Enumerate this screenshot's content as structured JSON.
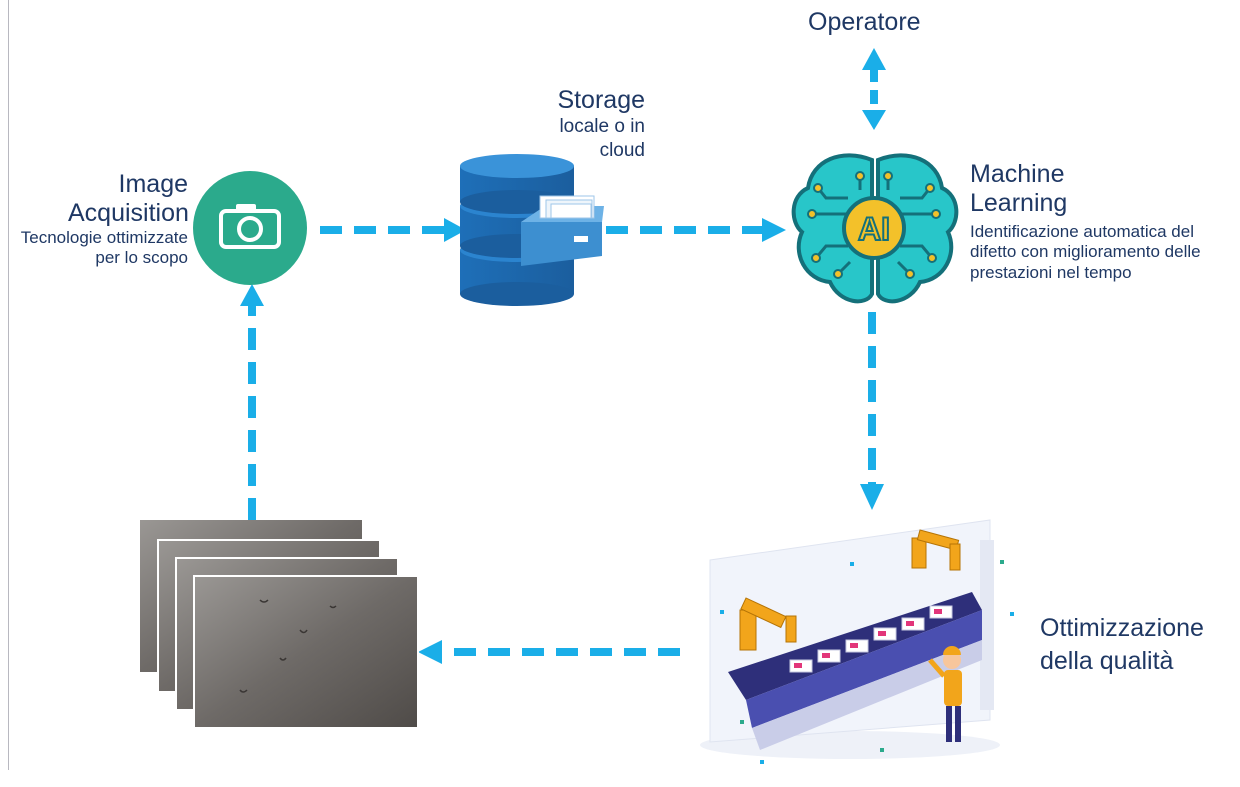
{
  "colors": {
    "arrow": "#1aaee8",
    "text": "#1f3864",
    "camera": "#2baa8c",
    "database": "#1e6fb8",
    "brain": "#28c6c9",
    "ai_chip": "#f3c12a"
  },
  "icons": {
    "camera": "camera-icon",
    "database": "database-icon",
    "brain": "ai-brain-icon",
    "factory": "factory-line-illustration",
    "images": "defect-image-stack"
  },
  "nodes": {
    "operator": {
      "title": "Operatore"
    },
    "storage": {
      "title": "Storage",
      "subtitle": "locale o in cloud"
    },
    "acquisition": {
      "title": "Image Acquisition",
      "subtitle": "Tecnologie ottimizzate per lo scopo"
    },
    "ml": {
      "title": "Machine Learning",
      "subtitle": "Identificazione automatica del difetto con miglioramento delle prestazioni nel tempo",
      "chip_label": "AI"
    },
    "quality": {
      "title": "Ottimizzazione della qualità"
    }
  }
}
